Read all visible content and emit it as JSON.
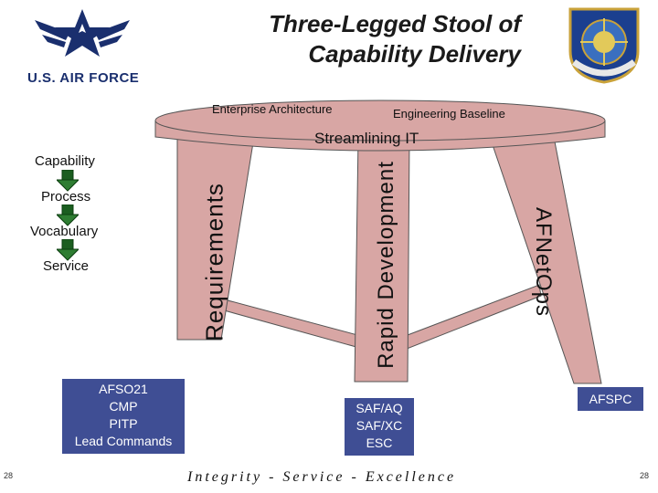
{
  "title_line1": "Three-Legged Stool of",
  "title_line2": "Capability Delivery",
  "logo_text": "U.S. AIR FORCE",
  "seat": {
    "left_label": "Enterprise Architecture",
    "right_label": "Engineering Baseline",
    "band_label": "Streamlining IT"
  },
  "legs": {
    "left": "Requirements",
    "center": "Rapid Development",
    "right": "AFNetOps"
  },
  "process_steps": [
    "Capability",
    "Process",
    "Vocabulary",
    "Service"
  ],
  "boxes": {
    "left": [
      "AFSO21",
      "CMP",
      "PITP",
      "Lead Commands"
    ],
    "center": [
      "SAF/AQ",
      "SAF/XC",
      "ESC"
    ],
    "right": [
      "AFSPC"
    ]
  },
  "footer": "Integrity - Service - Excellence",
  "page_number": "28",
  "colors": {
    "wood": "#d8a6a4",
    "box_blue": "#3f4e94",
    "arrow": "#2e7d32"
  },
  "icons": [
    "air-force-wings-icon",
    "command-seal-icon"
  ]
}
